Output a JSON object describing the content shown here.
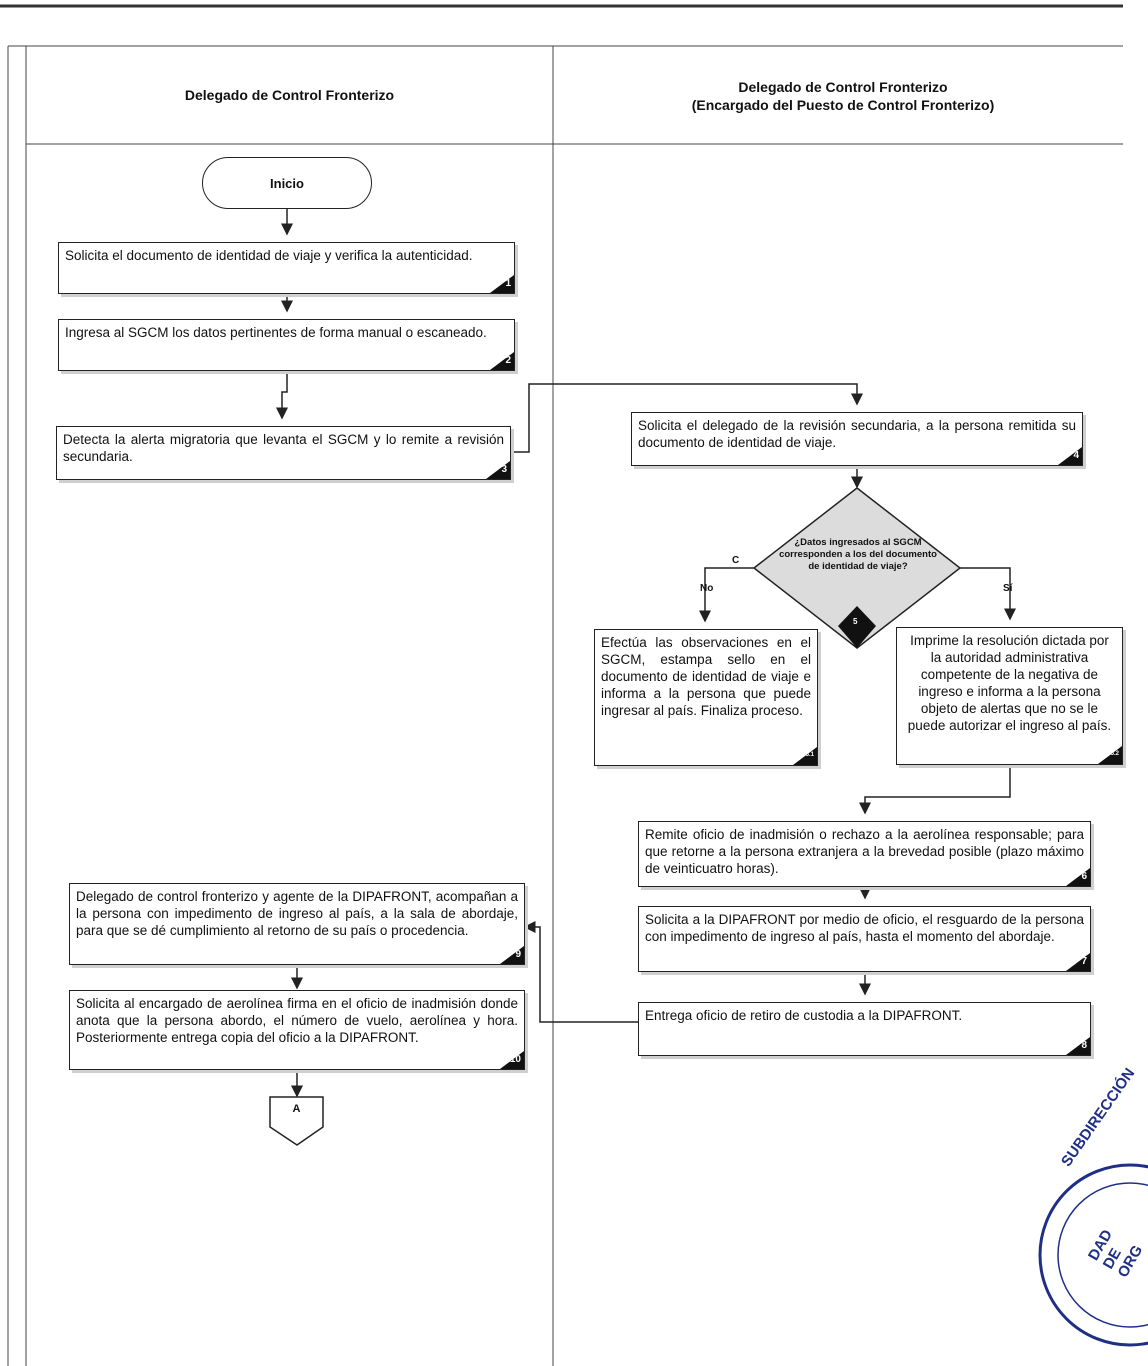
{
  "lanes": [
    {
      "title": "Delegado de Control Fronterizo"
    },
    {
      "title_line1": "Delegado de Control Fronterizo",
      "title_line2": "(Encargado del Puesto de Control Fronterizo)"
    }
  ],
  "start": {
    "label": "Inicio"
  },
  "steps": [
    {
      "text": "Solicita el documento de identidad de viaje y verifica la autenticidad.",
      "num": "1"
    },
    {
      "text": "Ingresa al SGCM los datos pertinentes de forma manual o escaneado.",
      "num": "2"
    },
    {
      "text": "Detecta la alerta migratoria que levanta el SGCM y lo remite a revisión secundaria.",
      "num": "3"
    },
    {
      "text": "Solicita el delegado de la revisión secundaria, a la persona remitida su documento de identidad de viaje.",
      "num": "4"
    },
    {
      "text": "Efectúa las observaciones en el SGCM, estampa sello en el documento de identidad de viaje e informa a la persona que puede ingresar al país. Finaliza proceso.",
      "num": "5.1"
    },
    {
      "text": "Imprime la resolución dictada por la autoridad administrativa competente de la negativa de ingreso e informa a la persona objeto de alertas que no se le puede autorizar el ingreso al país.",
      "num": "5.2"
    },
    {
      "text": "Remite oficio de inadmisión o rechazo a la aerolínea responsable; para que retorne a la persona extranjera a la brevedad posible (plazo máximo de veinticuatro horas).",
      "num": "6"
    },
    {
      "text": "Solicita a la DIPAFRONT por medio de oficio, el resguardo de la persona con impedimento de ingreso al país, hasta el momento del abordaje.",
      "num": "7"
    },
    {
      "text": "Entrega oficio de retiro de custodia a la DIPAFRONT.",
      "num": "8"
    },
    {
      "text": "Delegado de control fronterizo y agente de la DIPAFRONT, acompañan a la persona con impedimento de ingreso al país, a la sala de abordaje, para que se dé cumplimiento al retorno de su país o procedencia.",
      "num": "9"
    },
    {
      "text": "Solicita al encargado de aerolínea firma en el oficio de inadmisión donde anota que la persona abordo, el número de vuelo, aerolínea y hora. Posteriormente entrega copia del oficio a la DIPAFRONT.",
      "num": "10"
    }
  ],
  "decision": {
    "text": "¿Datos ingresados al SGCM corresponden a los del documento de identidad de viaje?",
    "num": "5",
    "no_label": "No",
    "yes_label": "Sí",
    "mark": "C"
  },
  "connector": {
    "label": "A"
  },
  "seal": {
    "line1": "SUBDIRECCIÓN",
    "line2": "DAD DE ORG"
  }
}
